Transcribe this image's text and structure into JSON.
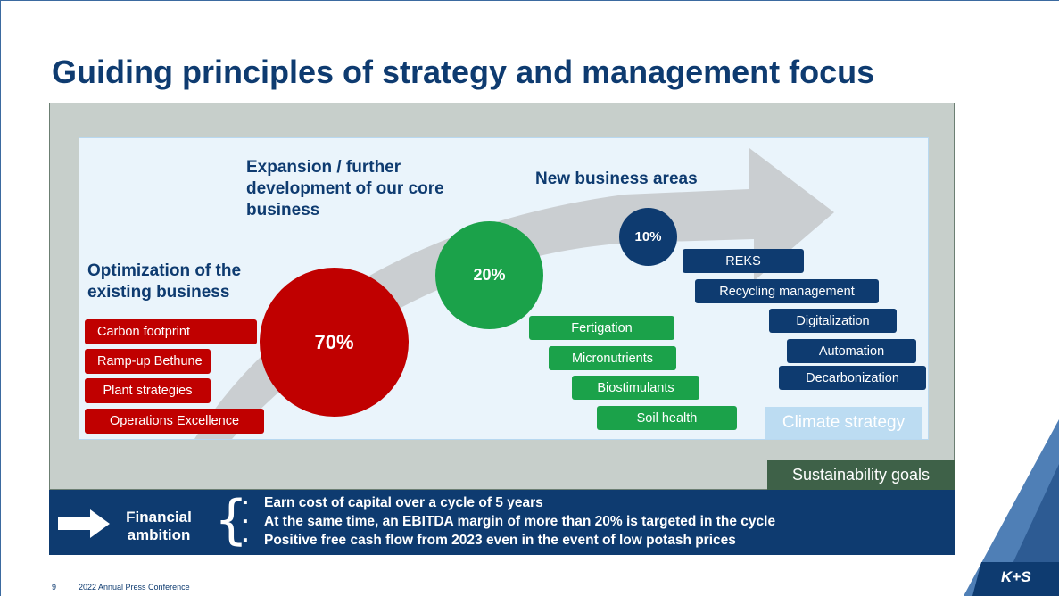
{
  "slide": {
    "title": "Guiding principles of strategy and management focus"
  },
  "sections": {
    "optimization": "Optimization of the existing business",
    "expansion": "Expansion / further development of our core business",
    "new_business": "New business areas"
  },
  "circles": [
    {
      "label": "70%",
      "color": "#c00000"
    },
    {
      "label": "20%",
      "color": "#1ba24a"
    },
    {
      "label": "10%",
      "color": "#0e3b70"
    }
  ],
  "red_items": [
    "Carbon footprint",
    "Ramp-up Bethune",
    "Plant strategies",
    "Operations Excellence"
  ],
  "green_items": [
    "Fertigation",
    "Micronutrients",
    "Biostimulants",
    "Soil health"
  ],
  "blue_items": [
    "REKS",
    "Recycling management",
    "Digitalization",
    "Automation",
    "Decarbonization"
  ],
  "labels": {
    "climate": "Climate strategy",
    "sustainability": "Sustainability goals"
  },
  "financial": {
    "label": "Financial ambition",
    "bullets": [
      "Earn cost of capital over a cycle of 5 years",
      "At the same time, an EBITDA margin of more than 20% is targeted in the cycle",
      "Positive free cash flow from 2023 even in the event of low potash prices"
    ]
  },
  "footer": {
    "page_number": "9",
    "text": "2022 Annual Press Conference",
    "logo": "K+S"
  },
  "colors": {
    "navy": "#0e3b70",
    "red": "#c00000",
    "green": "#1ba24a",
    "climate": "#bcdcf2",
    "sustainability": "#3e6148"
  }
}
